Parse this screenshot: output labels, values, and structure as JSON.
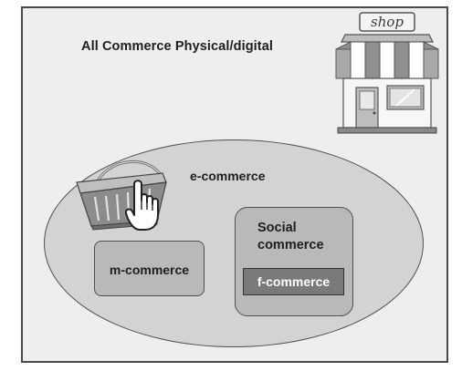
{
  "diagram": {
    "title": "All Commerce Physical/digital",
    "outer_set": "e-commerce",
    "inner_sets": {
      "mobile": "m-commerce",
      "social": "Social commerce",
      "social_line1": "Social",
      "social_line2": "commerce",
      "facebook": "f-commerce"
    },
    "shop_sign": "shop",
    "icons": [
      "shop-icon",
      "shopping-basket-icon",
      "pointing-hand-icon"
    ]
  }
}
